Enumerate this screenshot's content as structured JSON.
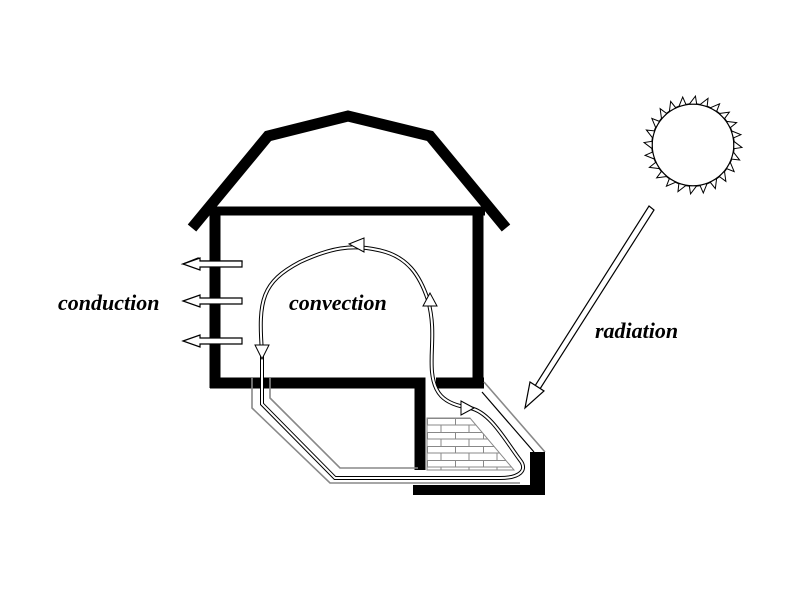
{
  "labels": {
    "conduction": "conduction",
    "convection": "convection",
    "radiation": "radiation"
  },
  "colors": {
    "ink": "#000000",
    "paper": "#ffffff",
    "brick_lines": "#888888"
  },
  "icons": {
    "sun": "sun-icon",
    "heat_arrow": "arrow-left-icon",
    "radiation_arrow": "arrow-down-left-icon"
  }
}
